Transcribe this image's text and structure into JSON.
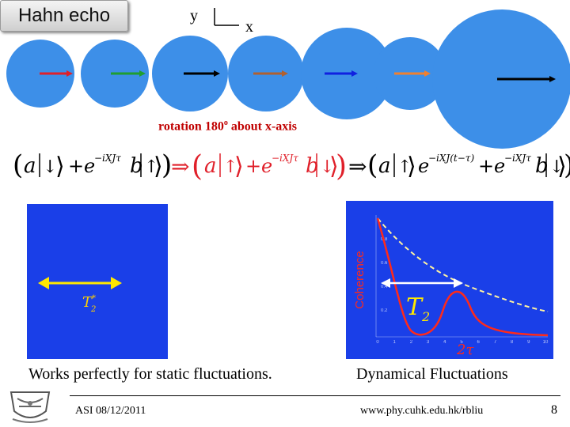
{
  "title": "Hahn echo",
  "axes": {
    "y": "y",
    "x": "x"
  },
  "colors": {
    "sphere": "#3d8fe8",
    "panel": "#1a3fe8",
    "red": "#e0202a",
    "green": "#1f9e30",
    "black": "#000000",
    "brown": "#b06030",
    "blue": "#1020e0",
    "orange": "#f08030",
    "yellow": "#ffe800",
    "curve": "#ff2a1a"
  },
  "spins": [
    {
      "arrow_color": "red"
    },
    {
      "arrow_color": "green"
    },
    {
      "arrow_color": "black"
    },
    {
      "arrow_color": "brown"
    },
    {
      "arrow_color": "blue"
    },
    {
      "arrow_color": "orange"
    },
    {
      "arrow_color": "black"
    }
  ],
  "rotation": {
    "text": "rotation 180",
    "sup": "o",
    "suffix": " about x-axis"
  },
  "equation": {
    "a": "a",
    "b": "b",
    "plus": "+",
    "e": "e",
    "implies": "⇒",
    "ket_down": "↓",
    "ket_up": "↑",
    "exp1": "−iXJτ",
    "exp2": "−iXJτ",
    "exp3": "−iXJ(t−τ)",
    "exp4": "−iXJτ"
  },
  "left_panel": {
    "label_T": "T",
    "label_sup": "*",
    "label_sub": "2"
  },
  "right_panel": {
    "ylabel": "Coherence",
    "label_T": "T",
    "label_sub": "2",
    "xlabel": "2τ",
    "xticks": [
      "0",
      "1",
      "2",
      "3",
      "4",
      "5",
      "6",
      "7",
      "8",
      "9",
      "10"
    ],
    "yticks": [
      "0.8",
      "0.6",
      "0.4",
      "0.2"
    ]
  },
  "captions": {
    "left": "Works perfectly for static fluctuations.",
    "right": "Dynamical Fluctuations"
  },
  "footer": {
    "date": "ASI 08/12/2011",
    "url": "www.phy.cuhk.edu.hk/rbliu",
    "page": "8"
  }
}
